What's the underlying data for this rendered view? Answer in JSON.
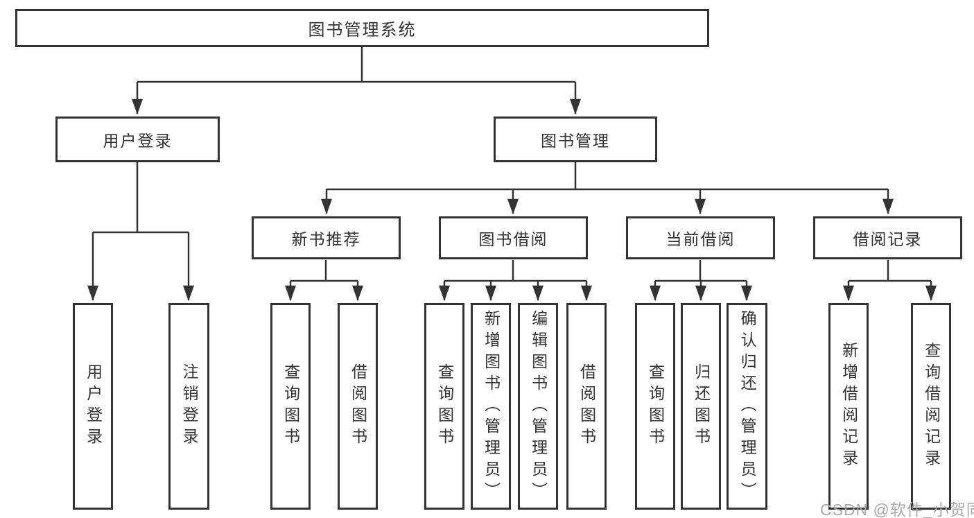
{
  "nodes": {
    "root": "图书管理系统",
    "user_login": "用户登录",
    "book_management": "图书管理",
    "new_book_recommend": "新书推荐",
    "book_borrowing": "图书借阅",
    "current_borrowing": "当前借阅",
    "borrowing_records": "借阅记录",
    "leaf_user_login": "用户登录",
    "leaf_logout": "注销登录",
    "leaf_recommend_query_books": "查询图书",
    "leaf_recommend_borrow_books": "借阅图书",
    "leaf_borrowing_query_books": "查询图书",
    "leaf_borrowing_add_books": "新增图书（管理员）",
    "leaf_borrowing_edit_books": "编辑图书（管理员）",
    "leaf_borrowing_borrow_books": "借阅图书",
    "leaf_current_query_books": "查询图书",
    "leaf_current_return_books": "归还图书",
    "leaf_current_confirm_return": "确认归还（管理员）",
    "leaf_records_add_record": "新增借阅记录",
    "leaf_records_query_record": "查询借阅记录"
  },
  "watermark": "CSDN @软件_小贺同学",
  "colors": {
    "line": "#333333",
    "text": "#333333",
    "watermark": "#a8a8a8",
    "background": "#ffffff"
  }
}
